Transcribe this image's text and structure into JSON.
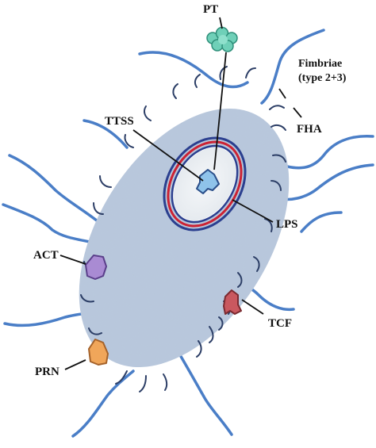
{
  "labels": {
    "pt": "PT",
    "fimbriae_line1": "Fimbriae",
    "fimbriae_line2": "(type 2+3)",
    "ttss": "TTSS",
    "fha": "FHA",
    "lps": "LPS",
    "act": "ACT",
    "tcf": "TCF",
    "prn": "PRN"
  },
  "colors": {
    "cell_body": "#b9c8dc",
    "fimbriae": "#4a7ec7",
    "pt": "#6fd0b8",
    "act": "#a98bd3",
    "tcf": "#c9585f",
    "prn": "#f0a65a",
    "ttss": "#8fc3ea",
    "membrane_outer": "#2b3f8f",
    "membrane_inner": "#cc2233"
  }
}
